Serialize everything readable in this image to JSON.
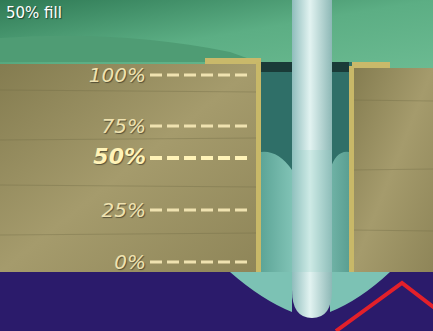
{
  "diagram": {
    "title": "50% fill",
    "labels": [
      "100%",
      "75%",
      "50%",
      "25%",
      "0%"
    ]
  }
}
